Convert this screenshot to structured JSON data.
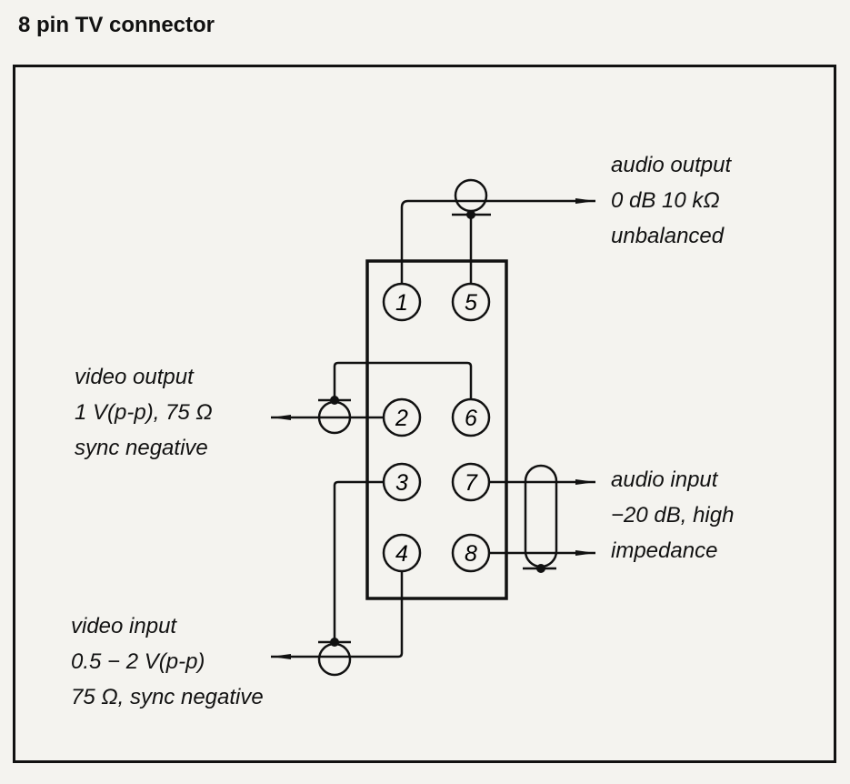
{
  "title": "8 pin TV connector",
  "pins": [
    "1",
    "2",
    "3",
    "4",
    "5",
    "6",
    "7",
    "8"
  ],
  "labels": {
    "audio_output": [
      "audio output",
      "0 dB 10 kΩ",
      "unbalanced"
    ],
    "video_output": [
      "video output",
      "1 V(p-p), 75 Ω",
      "sync negative"
    ],
    "audio_input": [
      "audio input",
      "−20 dB, high",
      "impedance"
    ],
    "video_input": [
      "video input",
      "0.5 − 2 V(p-p)",
      "75 Ω, sync negative"
    ]
  }
}
